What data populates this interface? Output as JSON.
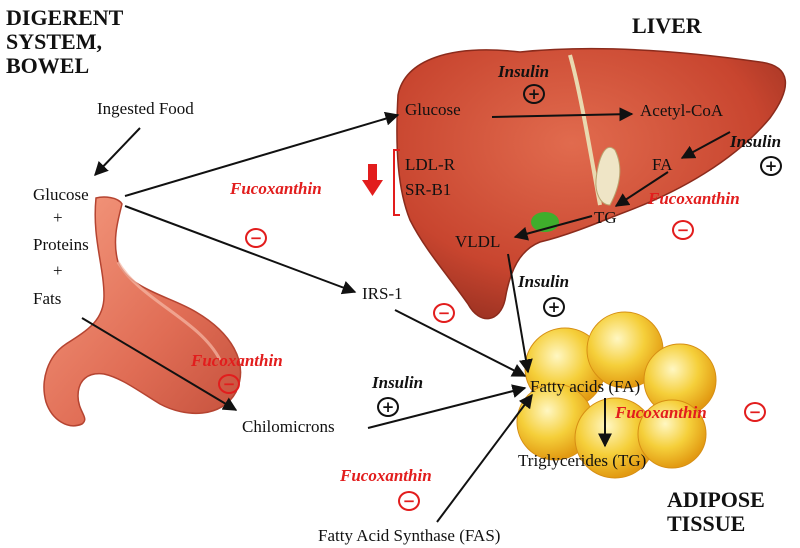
{
  "titles": {
    "digestive": [
      "DIGERENT",
      "SYSTEM,",
      "BOWEL"
    ],
    "liver": "LIVER",
    "adipose": [
      "ADIPOSE",
      "TISSUE"
    ]
  },
  "labels": {
    "ingested_food": "Ingested Food",
    "glucose_left": "Glucose",
    "plus_1": "+",
    "proteins": "Proteins",
    "plus_2": "+",
    "fats": "Fats",
    "glucose_liver": "Glucose",
    "acetyl_coa": "Acetyl-CoA",
    "fa": "FA",
    "tg": "TG",
    "vldl": "VLDL",
    "ldl_r": "LDL-R",
    "sr_b1": "SR-B1",
    "irs1": "IRS-1",
    "chilomicrons": "Chilomicrons",
    "fatty_acids": "Fatty acids (FA)",
    "triglycerides": "Triglycerides (TG)",
    "fas": "Fatty Acid Synthase (FAS)"
  },
  "regulators": {
    "insulin": "Insulin",
    "fucoxanthin": "Fucoxanthin",
    "plus_sign": "+",
    "minus_sign": "−"
  },
  "colors": {
    "inhibit_red": "#e21d1d",
    "liver": "#c8452f",
    "stomach": "#e06d55",
    "fat_cell": "#f3c22a",
    "gallbladder": "#3fae2c",
    "arrow": "#111111"
  }
}
